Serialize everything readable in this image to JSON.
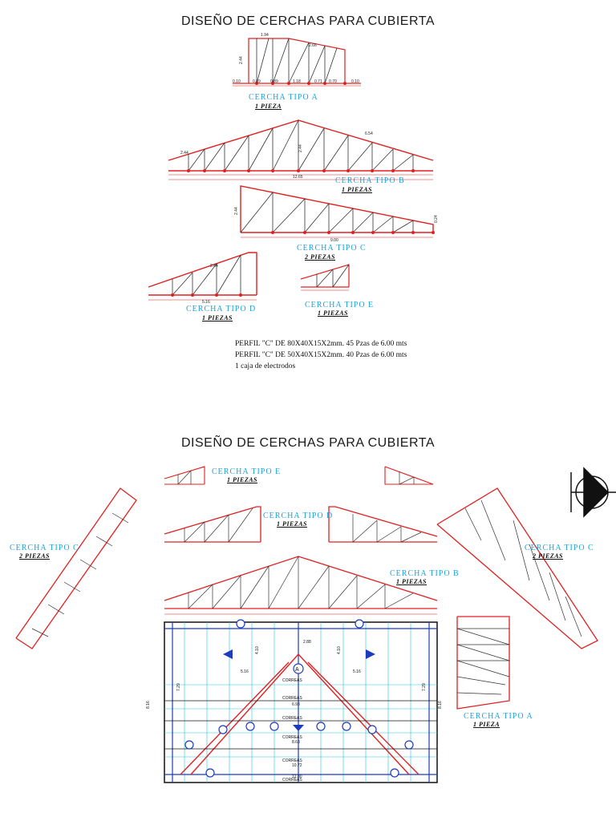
{
  "sheet1": {
    "title": "DISEÑO DE CERCHAS PARA CUBIERTA",
    "labels": [
      {
        "text": "CERCHA TIPO A",
        "qty": "1 PIEZA"
      },
      {
        "text": "CERCHA TIPO B",
        "qty": "1 PIEZAS"
      },
      {
        "text": "CERCHA TIPO C",
        "qty": "2 PIEZAS"
      },
      {
        "text": "CERCHA TIPO D",
        "qty": "1 PIEZAS"
      },
      {
        "text": "CERCHA TIPO E",
        "qty": "1 PIEZAS"
      }
    ],
    "notes": [
      "PERFIL \"C\" DE 80X40X15X2mm.  45 Pzas de 6.00 mts",
      "PERFIL \"C\" DE 50X40X15X2mm.  40 Pzas de 6.00 mts",
      "1 caja de electrodos"
    ],
    "dims": {
      "a_top": "1.94",
      "a_slope": "2.66",
      "a_h": "2.44",
      "a_bottom": [
        "0.10",
        "0.89",
        "0.89",
        "1.18",
        "0.71",
        "0.70",
        "0.10"
      ],
      "b_span": "12.65",
      "b_h": "2.44",
      "b_slope_l": "2.44",
      "b_slope_r": "6.54",
      "c_span": "9.00",
      "c_h": "2.44",
      "c_end": "0.24",
      "d_span": "5.16",
      "d_slope": "2.44"
    }
  },
  "sheet2": {
    "title": "DISEÑO DE CERCHAS PARA CUBIERTA",
    "labels": [
      {
        "text": "CERCHA TIPO E",
        "qty": "1 PIEZAS"
      },
      {
        "text": "CERCHA TIPO D",
        "qty": "1 PIEZAS"
      },
      {
        "text": "CERCHA TIPO C",
        "qty": "2 PIEZAS"
      },
      {
        "text": "CERCHA TIPO C",
        "qty": "2 PIEZAS"
      },
      {
        "text": "CERCHA TIPO B",
        "qty": "1 PIEZAS"
      },
      {
        "text": "CERCHA TIPO A",
        "qty": "1 PIEZA"
      }
    ],
    "plan": {
      "correas": "CORREAS",
      "dims": [
        "5.16",
        "5.16",
        "6.93",
        "8.63",
        "10.72",
        "12.80",
        "8.16",
        "8.16",
        "7.29",
        "7.29",
        "2.88",
        "4.10",
        "4.10"
      ],
      "axis_a": "A"
    }
  },
  "colors": {
    "truss": "#e02020",
    "members": "#333333",
    "label": "#19a3e0",
    "plan_blue": "#1c3cbf",
    "plan_cyan": "#22c4e0"
  }
}
